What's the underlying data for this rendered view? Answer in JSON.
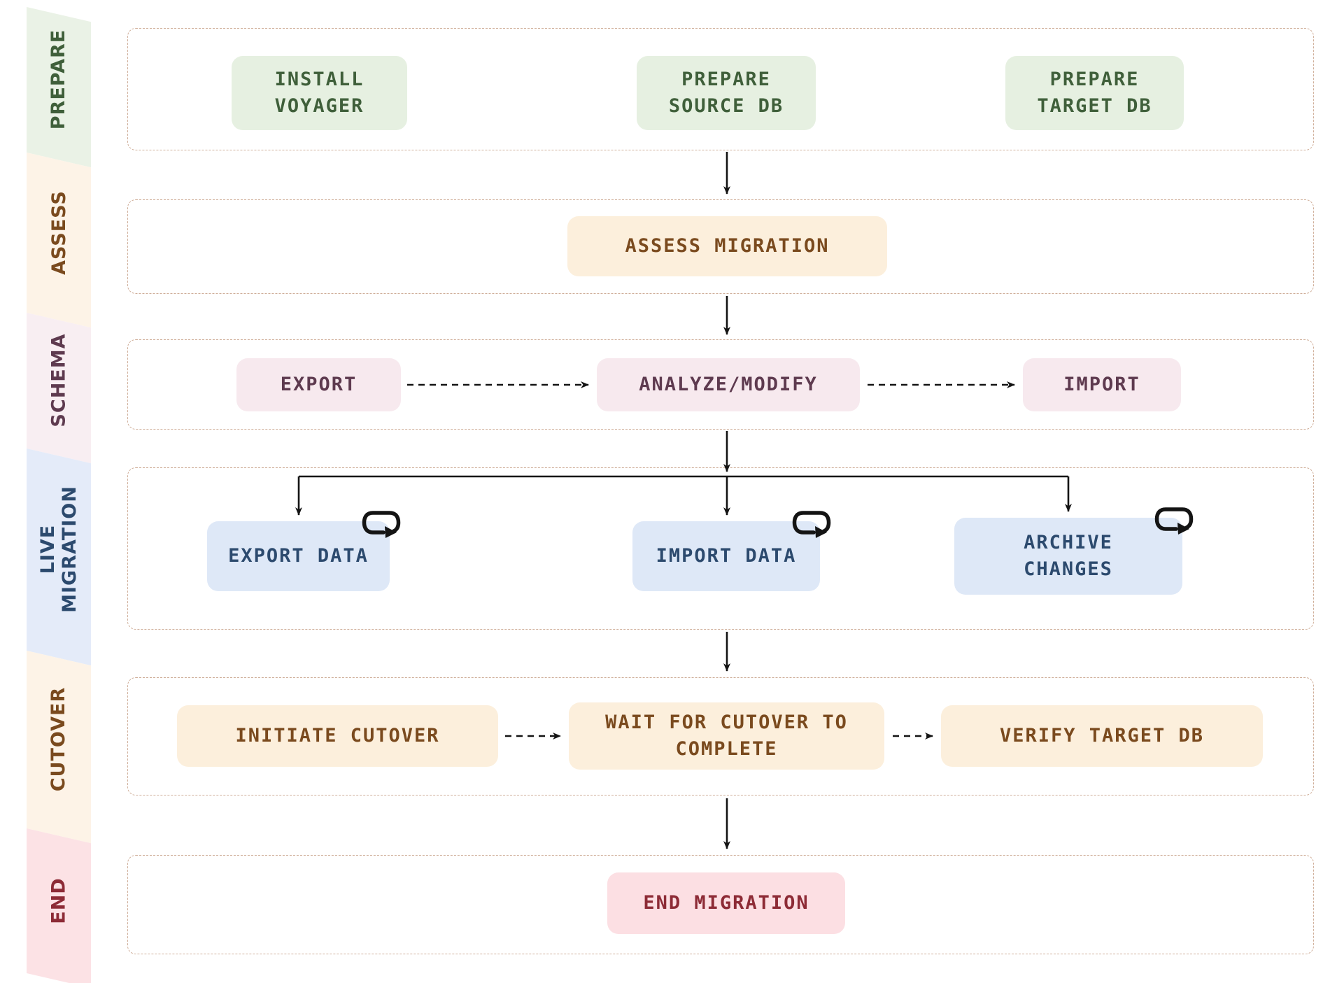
{
  "sidebar": [
    {
      "id": "prepare",
      "label": "PREPARE"
    },
    {
      "id": "assess",
      "label": "ASSESS"
    },
    {
      "id": "schema",
      "label": "SCHEMA"
    },
    {
      "id": "live-migration",
      "label": "LIVE\nMIGRATION"
    },
    {
      "id": "cutover",
      "label": "CUTOVER"
    },
    {
      "id": "end",
      "label": "END"
    }
  ],
  "rows": [
    {
      "id": "prepare",
      "boxes": [
        {
          "label": "INSTALL\nVOYAGER"
        },
        {
          "label": "PREPARE\nSOURCE DB"
        },
        {
          "label": "PREPARE\nTARGET DB"
        }
      ]
    },
    {
      "id": "assess",
      "boxes": [
        {
          "label": "ASSESS MIGRATION"
        }
      ]
    },
    {
      "id": "schema",
      "boxes": [
        {
          "label": "EXPORT"
        },
        {
          "label": "ANALYZE/MODIFY"
        },
        {
          "label": "IMPORT"
        }
      ]
    },
    {
      "id": "live-migration",
      "boxes": [
        {
          "label": "EXPORT DATA",
          "loop_icon": "repeat-loop-icon"
        },
        {
          "label": "IMPORT DATA",
          "loop_icon": "repeat-loop-icon"
        },
        {
          "label": "ARCHIVE\nCHANGES",
          "loop_icon": "repeat-loop-icon"
        }
      ]
    },
    {
      "id": "cutover",
      "boxes": [
        {
          "label": "INITIATE CUTOVER"
        },
        {
          "label": "WAIT FOR CUTOVER TO\nCOMPLETE"
        },
        {
          "label": "VERIFY TARGET DB"
        }
      ]
    },
    {
      "id": "end",
      "boxes": [
        {
          "label": "END MIGRATION"
        }
      ]
    }
  ],
  "styles": {
    "prepare": {
      "box": "#e6f0e1",
      "text": "#3f5f3a",
      "side": "#eaf2e6"
    },
    "assess": {
      "box": "#fcefdc",
      "text": "#7a4a1e",
      "side": "#fdf3e7"
    },
    "schema": {
      "box": "#f7e9ee",
      "text": "#5e3a4f",
      "side": "#f8eef2"
    },
    "live": {
      "box": "#dee8f7",
      "text": "#2c4a6e",
      "side": "#e4ebf9"
    },
    "cutover": {
      "box": "#fcefdc",
      "text": "#7a4a1e",
      "side": "#fdf3e7"
    },
    "end": {
      "box": "#fcdfe3",
      "text": "#8d2b36",
      "side": "#fce2e5"
    },
    "frame": {
      "border": "#cfae99",
      "arrow": "#141414"
    }
  }
}
